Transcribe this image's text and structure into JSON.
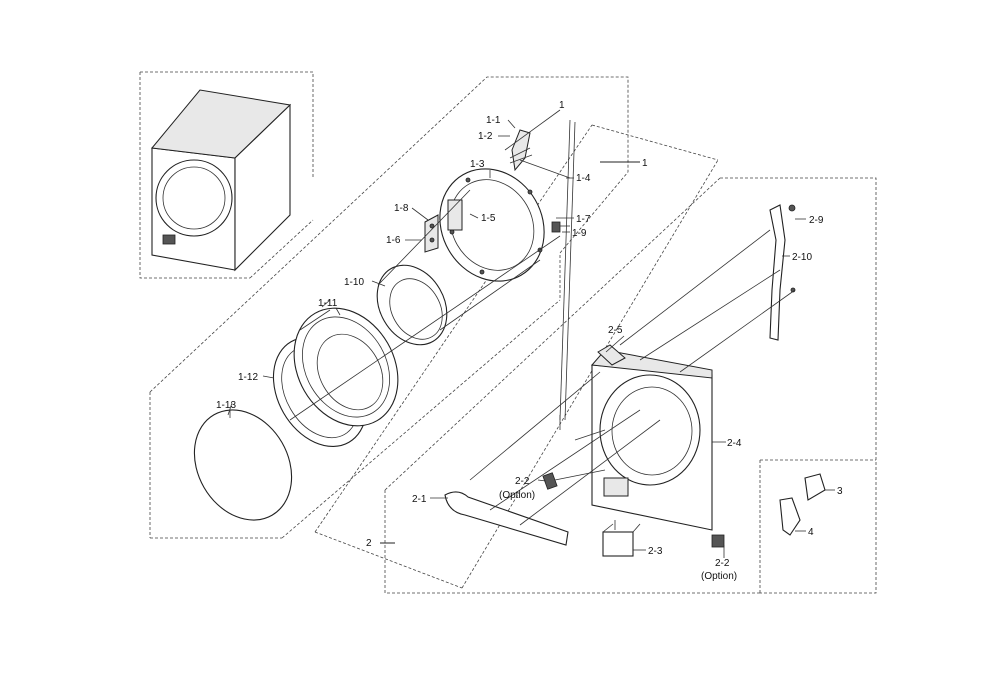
{
  "labels": {
    "l1": "1",
    "l1_1": "1-1",
    "l1_2": "1-2",
    "l1_3": "1-3",
    "l1_4": "1-4",
    "l1_5": "1-5",
    "l1_6": "1-6",
    "l1_7": "1-7",
    "l1_8": "1-8",
    "l1_9": "1-9",
    "l1_10": "1-10",
    "l1_11": "1-11",
    "l1_12": "1-12",
    "l1_13": "1-13",
    "l1_main": "1",
    "l2": "2",
    "l2_1": "2-1",
    "l2_2a": "2-2",
    "l2_2a_opt": "(Option)",
    "l2_2b": "2-2",
    "l2_2b_opt": "(Option)",
    "l2_3": "2-3",
    "l2_4": "2-4",
    "l2_5": "2-5",
    "l2_9": "2-9",
    "l2_10": "2-10",
    "l3": "3",
    "l4": "4"
  }
}
